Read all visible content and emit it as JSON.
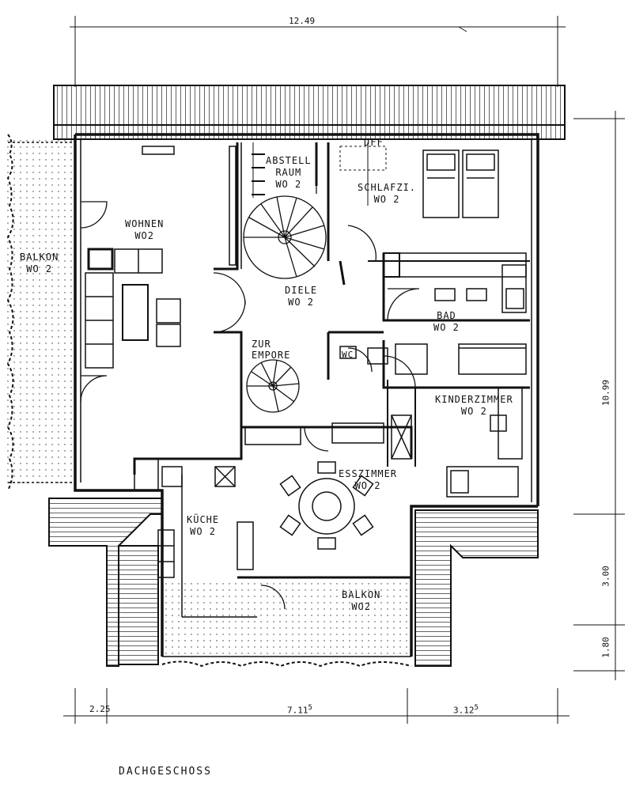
{
  "plan": {
    "title": "DACHGESCHOSS",
    "rooms": {
      "wohnen": {
        "line1": "WOHNEN",
        "line2": "WO2"
      },
      "balkon_left": {
        "line1": "BALKON",
        "line2": "WO 2"
      },
      "abstellraum": {
        "line1": "ABSTELL",
        "line2": "RAUM",
        "line3": "WO 2"
      },
      "schlafzimmer": {
        "line1": "SCHLAFZI.",
        "line2": "WO 2"
      },
      "diele": {
        "line1": "DIELE",
        "line2": "WO 2"
      },
      "bad": {
        "line1": "BAD",
        "line2": "WO 2"
      },
      "empore": {
        "line1": "ZUR",
        "line2": "EMPORE"
      },
      "wc": {
        "line1": "WC"
      },
      "kinderzimmer": {
        "line1": "KINDERZIMMER",
        "line2": "WO 2"
      },
      "esszimmer": {
        "line1": "ESSZIMMER",
        "line2": "WO 2"
      },
      "kueche": {
        "line1": "KÜCHE",
        "line2": "WO 2"
      },
      "balkon_bottom": {
        "line1": "BALKON",
        "line2": "WO2"
      }
    },
    "marks": {
      "dff": "DFF"
    },
    "dimensions": {
      "top_width": "12.49",
      "right_height": "10.99",
      "right_balcony": "3.00",
      "right_small": "1.80",
      "bottom_left": "2.25",
      "bottom_mid": "7.11",
      "bottom_mid_sup": "5",
      "bottom_right": "3.12",
      "bottom_right_sup": "5"
    }
  },
  "colors": {
    "ink": "#111111",
    "paper": "#ffffff"
  }
}
